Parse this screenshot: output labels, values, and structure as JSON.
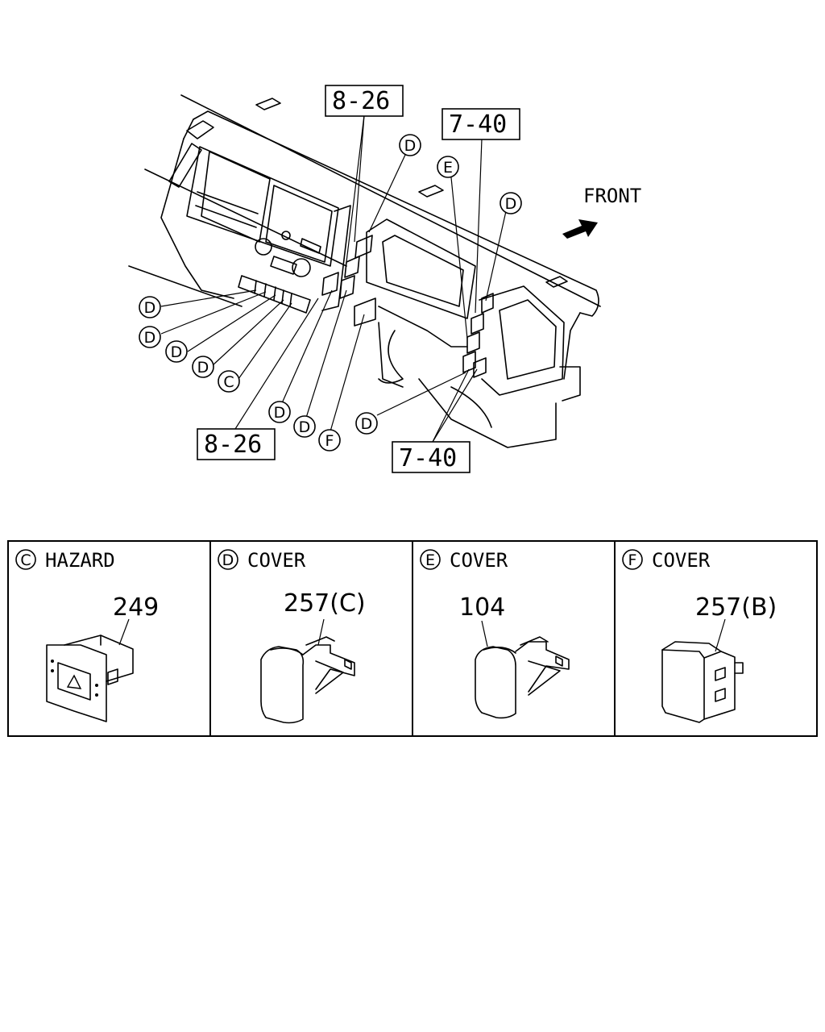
{
  "diagram": {
    "front_label": "FRONT",
    "ref_labels": {
      "top_center": "8-26",
      "top_right": "7-40",
      "bottom_left": "8-26",
      "bottom_right": "7-40"
    },
    "callouts": {
      "d_top": "D",
      "e_top": "E",
      "d_right": "D",
      "d_left_1": "D",
      "d_left_2": "D",
      "d_left_3": "D",
      "d_left_4": "D",
      "c_left": "C",
      "d_bottom_1": "D",
      "d_bottom_2": "D",
      "f_bottom": "F",
      "d_bottom_right": "D"
    }
  },
  "parts_table": [
    {
      "letter": "C",
      "name": "HAZARD",
      "part_no": "249"
    },
    {
      "letter": "D",
      "name": "COVER",
      "part_no": "257(C)"
    },
    {
      "letter": "E",
      "name": "COVER",
      "part_no": "104"
    },
    {
      "letter": "F",
      "name": "COVER",
      "part_no": "257(B)"
    }
  ]
}
